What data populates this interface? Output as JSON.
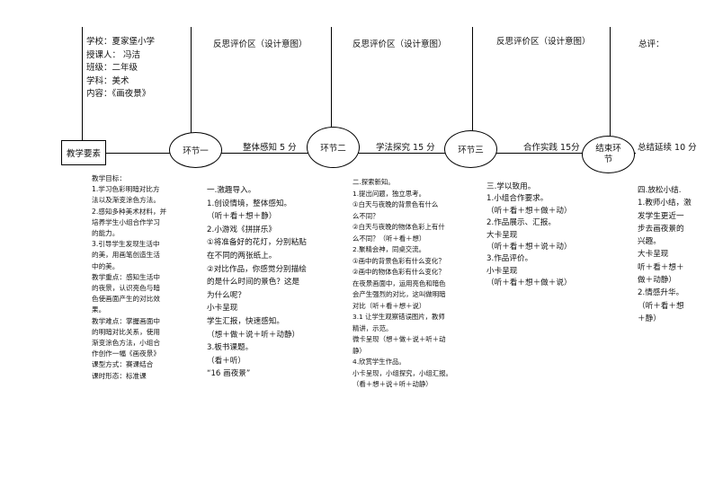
{
  "info": {
    "school": "学校：夏家堡小学",
    "teacher": "授课人：  冯洁",
    "grade": "班级：二年级",
    "subject": "学科：美术",
    "content": "内容：《画夜景》"
  },
  "reflections": {
    "col2": "反思评价区（设计意图）",
    "col3": "反思评价区（设计意图）",
    "col4": "反思评价区（设计意图）",
    "col5": "总评："
  },
  "flow": {
    "start_box": "教学要素",
    "node1": "环节一",
    "link1": "整体感知 5 分",
    "node2": "环节二",
    "link2": "学法探究 15 分",
    "node3": "环节三",
    "link3": "合作实践 15分",
    "node4_line1": "结束环",
    "node4_line2": "节",
    "link4": "总结延续 10 分"
  },
  "elements_col": [
    "教学目标：",
    "1.学习色彩明暗对比方",
    "法以及渐变涂色方法。",
    "2.感知多种美术材料，并",
    "培养学生小组合作学习",
    "的能力。",
    "3.引导学生发现生活中",
    "的美，用画笔创造生活",
    "中的美。",
    "教学重点：感知生活中",
    "的夜景，认识亮色与暗",
    "色使画面产生的对比效",
    "果。",
    "教学难点：掌握画面中",
    "的明暗对比关系，使用",
    "渐变涂色方法，小组合",
    "作创作一幅《画夜景》",
    "课型方式：赛课结合",
    "课时形态：标准课"
  ],
  "stage1": [
    "一.激趣导入。",
    "1.创设情境，整体感知。",
    "（听＋看＋想＋静）",
    "2.小游戏《拼拼乐》",
    "①将准备好的花灯，分别粘贴",
    "在不同的两张纸上。",
    "②对比作品，你感觉分别描绘",
    "的是什么时间的景色？这是",
    "为什么呢？",
    "小卡呈现",
    "学生汇报，快速感知。",
    "（想＋做＋说＋听＋动静）",
    "3.板书课题。",
    "（看＋听）",
    "“16 画夜景”"
  ],
  "stage2": [
    "二.探索新知。",
    "1.提出问题，独立思考。",
    "①白天与夜晚的背景色有什么",
    "么不同？",
    "②白天与夜晚的物体色彩上有什",
    "么不同？（听＋看＋想）",
    "2.聚精会神，同桌交流。",
    "①画中的背景色彩有什么变化？",
    "②画中的物体色彩有什么变化？",
    "在夜景画面中，运用亮色和暗色",
    "会产生强烈的对比，这叫做明暗",
    "对比（听＋看＋想＋说）",
    "3.1 让学生观察错误图片，教师",
    "精讲，示范。",
    "微卡呈现（想＋做＋说＋听＋动",
    "静）",
    "4.欣赏学生作品。",
    "小卡呈现，小组探究，小组汇报。",
    "（看＋想＋说＋听＋动静）"
  ],
  "stage3": [
    "三.学以致用。",
    "1.小组合作要求。",
    "（听＋看＋想＋做＋动）",
    "2.作品展示、汇报。",
    "大卡呈现",
    "（听＋看＋想＋说＋动）",
    "3.作品评价。",
    "小卡呈现",
    "（听＋看＋想＋做＋说）"
  ],
  "stage4": [
    "四.放松小结.",
    "1.教师小结，激",
    "发学生更近一",
    "步去画夜景的",
    "兴趣。",
    "大卡呈现",
    "听＋看＋想＋",
    "做＋动静）",
    "2.情感升华。",
    "（听＋看＋想",
    "＋静）"
  ]
}
